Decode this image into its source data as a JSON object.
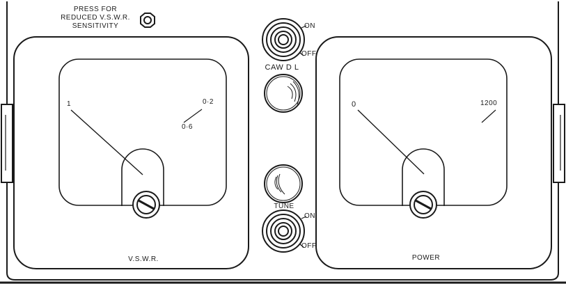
{
  "panel": {
    "press_label": [
      "PRESS FOR",
      "REDUCED V.S.W.R.",
      "SENSITIVITY"
    ],
    "toggle_on_label": "ON",
    "toggle_off_label": "OFF",
    "lamp_top_label": "CAW D L",
    "lamp_bottom_label": "TUNE"
  },
  "meters": {
    "vswr": {
      "name": "V.S.W.R.",
      "scale_start": "1",
      "scale_mark_a": "0·2",
      "scale_mark_b": "0·6"
    },
    "power": {
      "name": "POWER",
      "scale_start": "0",
      "scale_end": "1200"
    }
  },
  "colors": {
    "ink": "#1a1a1a",
    "background": "#ffffff"
  }
}
